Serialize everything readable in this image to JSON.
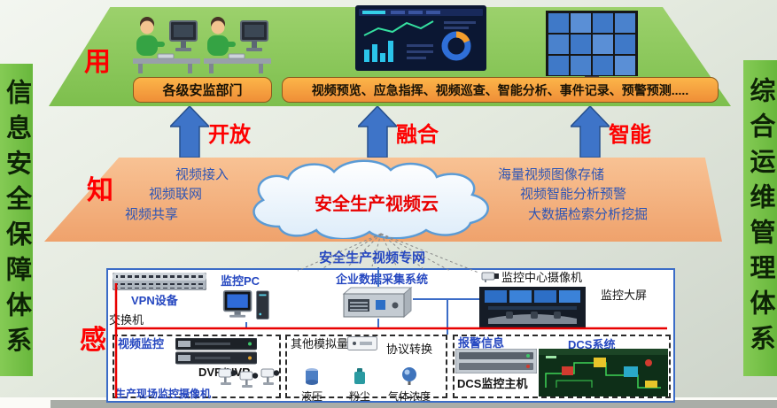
{
  "colors": {
    "banner_green": "#68b73c",
    "platform_green": "#8cc95f",
    "band_orange": "#f2ad7c",
    "box_orange": "#f9a348",
    "arrow_blue": "#3e74c8",
    "accent_red": "#fe0000",
    "label_blue": "#2547c0",
    "connector_red": "#e80000",
    "connector_blue": "#3b6cc7"
  },
  "banners": {
    "left": "信息安全保障体系",
    "right": "综合运维管理体系"
  },
  "use_layer": {
    "tag": "用",
    "dept_box": "各级安监部门",
    "functions_box": "视频预览、应急指挥、视频巡查、智能分析、事件记录、预警预测....."
  },
  "arrows": [
    {
      "label": "开放"
    },
    {
      "label": "融合"
    },
    {
      "label": "智能"
    }
  ],
  "know_layer": {
    "tag": "知",
    "cloud_title": "安全生产视频云",
    "left_items": [
      "视频接入",
      "视频联网",
      "视频共享"
    ],
    "right_items": [
      "海量视频图像存储",
      "视频智能分析预警",
      "大数据检索分析挖掘"
    ]
  },
  "sense_layer": {
    "tag": "感",
    "network_label": "安全生产视频专网",
    "vpn_label": "VPN设备",
    "switch_label": "交换机",
    "pc_label": "监控PC",
    "collector_label": "企业数据采集系统",
    "center_camera_label": "监控中心摄像机",
    "big_screen_label": "监控大屏",
    "video_group": {
      "title": "视频监控",
      "dvr_label": "DVR/NVR",
      "cameras_label": "生产现场监控摄像机"
    },
    "analog_group": {
      "title": "其他模拟量",
      "protocol_label": "协议转换",
      "sensors": [
        "液压",
        "粉尘",
        "气体浓度"
      ]
    },
    "alarm_group": {
      "title": "报警信息",
      "dcs_host_label": "DCS监控主机",
      "dcs_system_label": "DCS系统"
    }
  }
}
